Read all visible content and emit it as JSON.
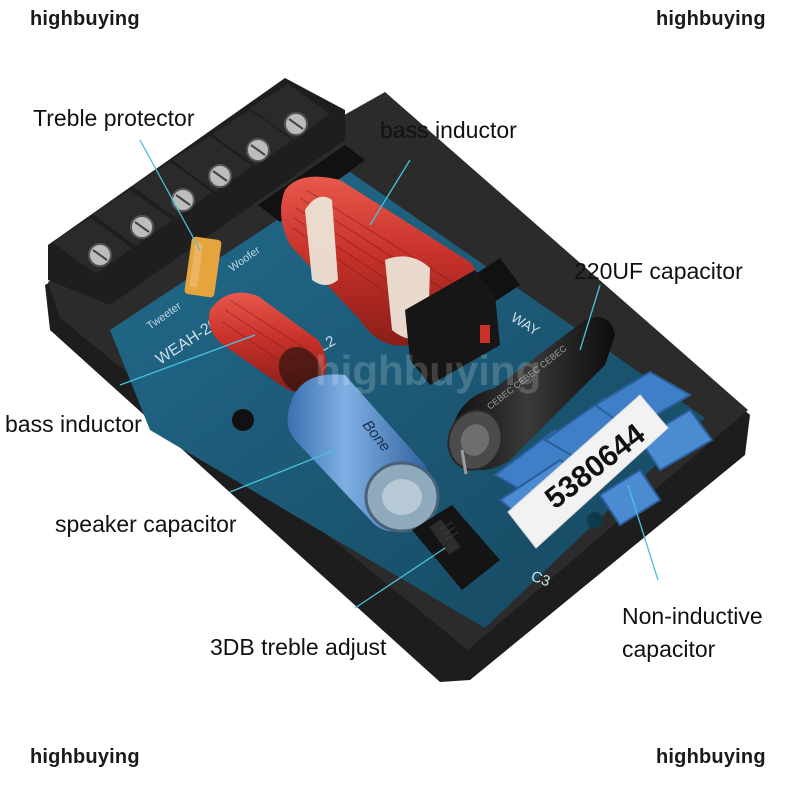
{
  "watermarks": {
    "top_left": "highbuying",
    "top_right": "highbuying",
    "bottom_left": "highbuying",
    "bottom_right": "highbuying",
    "center_overlay": "highbuying"
  },
  "labels": {
    "treble_protector": "Treble protector",
    "bass_inductor_top": "bass inductor",
    "capacitor_220uf": "220UF capacitor",
    "bass_inductor_left": "bass inductor",
    "speaker_capacitor": "speaker capacitor",
    "treble_adjust": "3DB treble adjust",
    "non_inductive_line1": "Non-inductive",
    "non_inductive_line2": "capacitor"
  },
  "board_markings": {
    "model": "WEAH-2002",
    "inductor_ref": "L2",
    "capacitor_ref": "C3",
    "woofer": "Woofer",
    "tweeter": "Tweeter",
    "way": "WAY",
    "speaker_cap_brand": "Bone",
    "cap_sleeve_text": "CEBEC CEBEC CEBEC",
    "sticker_code": "5380644"
  },
  "colors": {
    "housing": "#262626",
    "pcb": "#1c5a78",
    "copper_coil": "#c8322a",
    "cable_tie": "#ece4d6",
    "blue_capacitor": "#4d88c6",
    "black_capacitor": "#1b1b1b",
    "film_capacitor": "#3f7fc7",
    "treble_protector": "#e6a43c",
    "leader_line": "#49c1dd"
  }
}
